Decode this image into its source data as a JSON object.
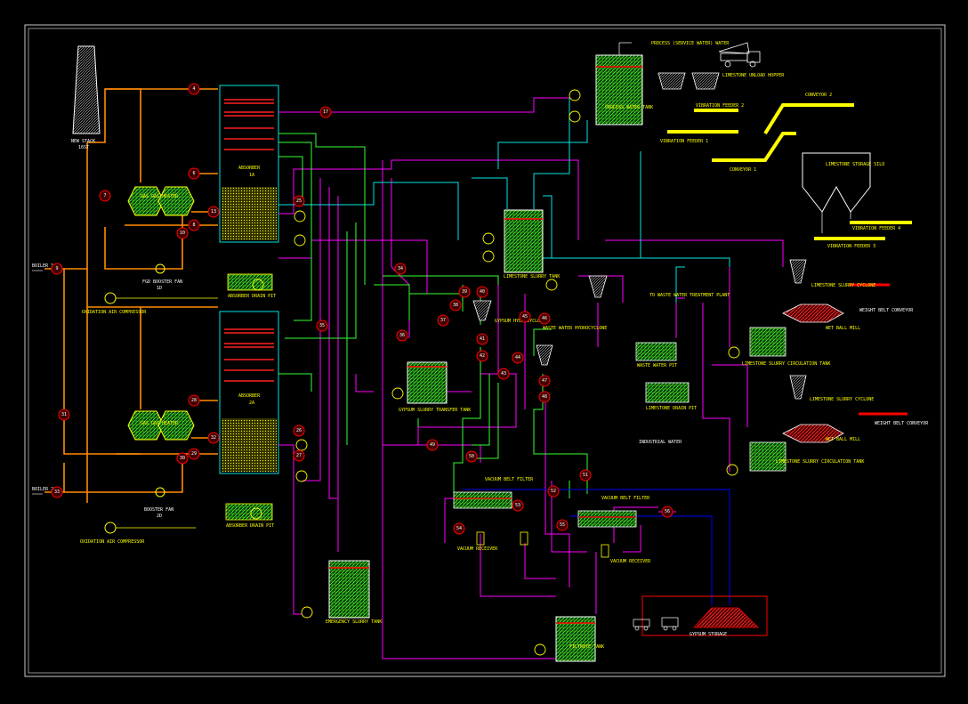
{
  "drawing": {
    "colors": {
      "background": "#000000",
      "border": "#c8c8c8",
      "flue_gas": "#ff8c00",
      "slurry": "#ff00ff",
      "water": "#00e5e5",
      "process": "#33ff33",
      "conveyor": "#ff0000",
      "equipment": "#ffffff",
      "tag_circle": "#ff0000",
      "highlight": "#ffff00",
      "drain": "#0000ff"
    },
    "labels": {
      "stack": "NEW STACK",
      "stack_tag": "16ST",
      "boiler1": "BOILER 1",
      "boiler2": "BOILER 2",
      "gas_heater_1": "GAS GAS HEATER",
      "gas_heater_2": "GAS GAS HEATER",
      "absorber_1": "ABSORBER",
      "absorber_1_tag": "1A",
      "absorber_2": "ABSORBER",
      "absorber_2_tag": "2A",
      "fan_1": "FGD BOOSTER FAN",
      "fan_1_tag": "1D",
      "fan_2": "BOOSTER FAN",
      "fan_2_tag": "2D",
      "compressor_1": "OXIDATION AIR COMPRESSOR",
      "compressor_2": "OXIDATION AIR COMPRESSOR",
      "drain_pit_1": "ABSORBER DRAIN PIT",
      "drain_pit_2": "ABSORBER DRAIN PIT",
      "process_water_tank": "PROCESS WATER TANK",
      "service_water": "PROCESS (SERVICE WATER) WATER",
      "limestone_hopper": "LIMESTONE UNLOAD HOPPER",
      "vib_feeder_1": "VIBRATION FEEDER 1",
      "vib_feeder_2": "VIBRATION FEEDER 2",
      "vib_feeder_3": "VIBRATION FEEDER 3",
      "vib_feeder_4": "VIBRATION FEEDER 4",
      "conveyor_1": "CONVEYOR 1",
      "conveyor_2": "CONVEYOR 2",
      "limestone_silo": "LIMESTONE STORAGE SILO",
      "limestone_slurry_tank": "LIMESTONE SLURRY TANK",
      "gypsum_hydrocyclone": "GYPSUM HYDROCYCLONE",
      "gypsum_transfer_tank": "GYPSUM SLURRY TRANSFER TANK",
      "waste_water_hydrocyclone": "WASTE WATER HYDROCYCLONE",
      "waste_water_plant": "TO WASTE WATER TREATMENT PLANT",
      "waste_water_pit": "WASTE WATER PIT",
      "limestone_drain_pit": "LIMESTONE DRAIN PIT",
      "limestone_cyclone_1": "LIMESTONE SLURRY CYCLONE",
      "limestone_cyclone_2": "LIMESTONE SLURRY CYCLONE",
      "wet_ball_mill_1": "WET BALL MILL",
      "wet_ball_mill_2": "WET BALL MILL",
      "circulation_tank_1": "LIMESTONE SLURRY CIRCULATION TANK",
      "circulation_tank_2": "LIMESTONE SLURRY CIRCULATION TANK",
      "weight_belt_1": "WEIGHT BELT CONVEYOR",
      "weight_belt_2": "WEIGHT BELT CONVEYOR",
      "industrial_water": "INDUSTRIAL WATER",
      "vacuum_filter_1": "VACUUM BELT FILTER",
      "vacuum_filter_2": "VACUUM BELT FILTER",
      "vacuum_receiver_1": "VACUUM RECEIVER",
      "vacuum_receiver_2": "VACUUM RECEIVER",
      "emergency_tank": "EMERGENCY SLURRY TANK",
      "filtrate_tank": "FILTRATE TANK",
      "gypsum_storage": "GYPSUM STORAGE"
    },
    "tags": [
      "4",
      "6",
      "8",
      "10",
      "7",
      "9",
      "13",
      "17",
      "25",
      "26",
      "27",
      "28",
      "29",
      "30",
      "31",
      "32",
      "33",
      "34",
      "35",
      "36",
      "37",
      "38",
      "39",
      "40",
      "41",
      "42",
      "43",
      "44",
      "45",
      "46",
      "47",
      "48",
      "49",
      "50",
      "51",
      "52",
      "53",
      "54",
      "55",
      "56"
    ]
  }
}
